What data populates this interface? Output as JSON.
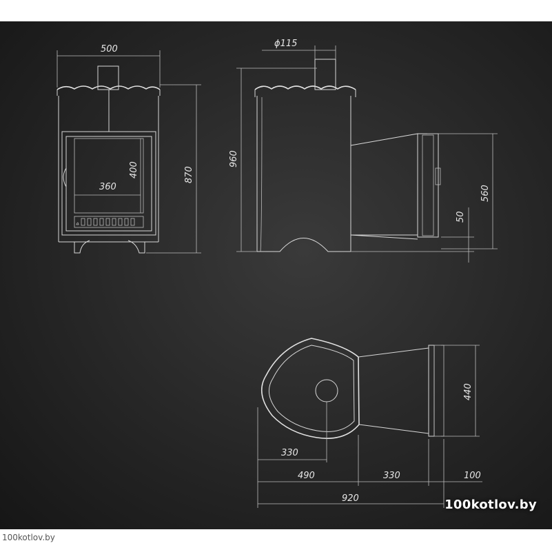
{
  "dimensions": {
    "front_width": "500",
    "front_height": "870",
    "door_height": "400",
    "door_width": "360",
    "flue_diameter": "ϕ115",
    "side_height": "960",
    "tank_height": "560",
    "tank_offset": "50",
    "tank_depth": "440",
    "firebox_center": "330",
    "firebox_depth": "490",
    "tunnel_length": "330",
    "tank_length": "100",
    "total_length": "920"
  },
  "watermark": "100kotlov.by",
  "source": "100kotlov.by"
}
